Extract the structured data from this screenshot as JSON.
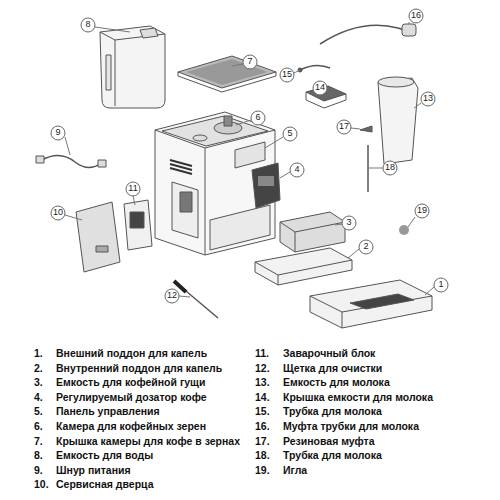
{
  "diagram": {
    "labels": [
      "1",
      "2",
      "3",
      "4",
      "5",
      "6",
      "7",
      "8",
      "9",
      "10",
      "11",
      "12",
      "13",
      "14",
      "15",
      "16",
      "17",
      "18",
      "19",
      "1.",
      "Внешний поддон для капель",
      "2.",
      "Внутренний поддон для капель",
      "3.",
      "Емкость для кофейной гущи",
      "4.",
      "Регулируемый дозатор кофе",
      "5.",
      "Панель управления",
      "6.",
      "Камера для кофейных зерен",
      "7.",
      "Крышка камеры для кофе в зернах",
      "8.",
      "Емкость для воды",
      "9.",
      "Шнур питания",
      "10.",
      "Сервисная дверца",
      "11.",
      "Заварочный блок",
      "12.",
      "Щетка для очистки",
      "13.",
      "Емкость для молока",
      "14.",
      "Крышка емкости для молока",
      "15.",
      "Трубка для молока",
      "16.",
      "Муфта трубки для молока",
      "17.",
      "Резиновая муфта",
      "18.",
      "Трубка для молока",
      "19.",
      "Игла"
    ]
  }
}
